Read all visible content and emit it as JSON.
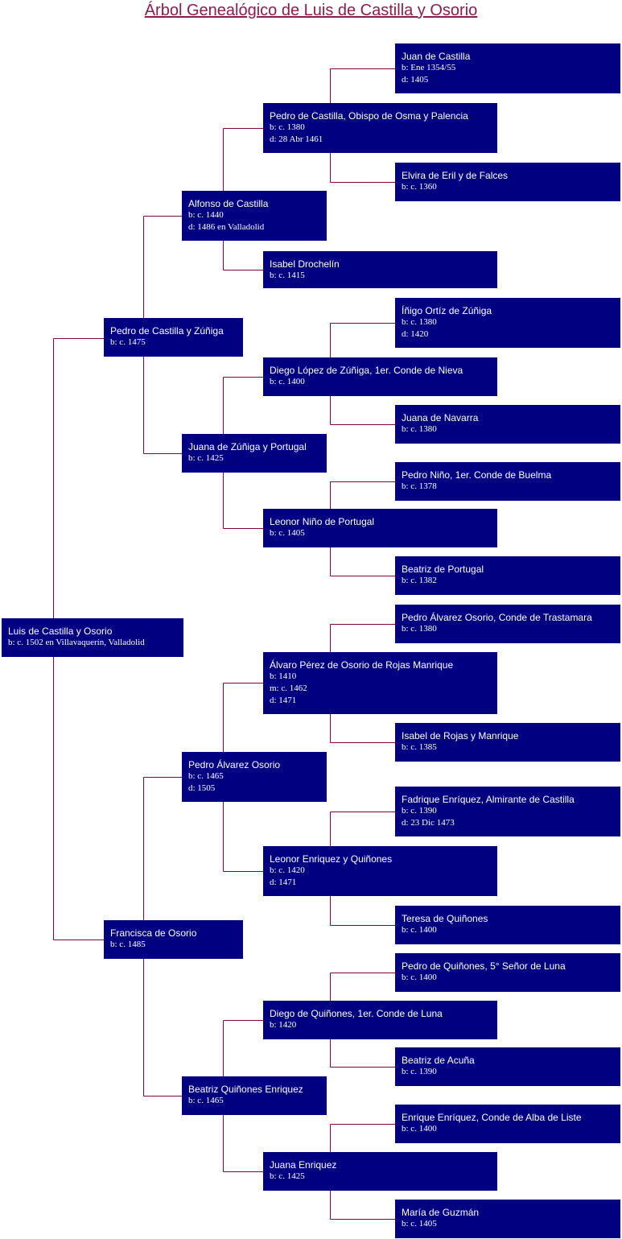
{
  "title": "Árbol Genealógico de Luis de Castilla y Osorio",
  "people": [
    {
      "id": "luis",
      "name": "Luis de Castilla y Osorio",
      "dates": [
        "b: c. 1502 en Villavaquerín, Valladolid"
      ]
    },
    {
      "id": "pedro_cz",
      "name": "Pedro de Castilla y Zúñiga",
      "dates": [
        "b: c. 1475"
      ]
    },
    {
      "id": "francisca",
      "name": "Francisca de Osorio",
      "dates": [
        "b: c. 1485"
      ]
    },
    {
      "id": "alfonso",
      "name": "Alfonso de Castilla",
      "dates": [
        "b: c. 1440",
        "d: 1486 en Valladolid"
      ]
    },
    {
      "id": "juana_zp",
      "name": "Juana de Zúñiga y Portugal",
      "dates": [
        "b: c. 1425"
      ]
    },
    {
      "id": "pedro_ao",
      "name": "Pedro Álvarez Osorio",
      "dates": [
        "b: c. 1465",
        "d: 1505"
      ]
    },
    {
      "id": "beatriz_qe",
      "name": "Beatriz Quiñones Enriquez",
      "dates": [
        "b: c. 1465"
      ]
    },
    {
      "id": "pedro_obispo",
      "name": "Pedro de Castilla, Obispo de Osma y Palencia",
      "dates": [
        "b: c. 1380",
        "d: 28 Abr 1461"
      ]
    },
    {
      "id": "isabel_d",
      "name": "Isabel Drochelín",
      "dates": [
        "b: c. 1415"
      ]
    },
    {
      "id": "diego_lz",
      "name": "Diego López de Zúñiga, 1er. Conde de Nieva",
      "dates": [
        "b: c. 1400"
      ]
    },
    {
      "id": "leonor_np",
      "name": "Leonor Niño de Portugal",
      "dates": [
        "b: c. 1405"
      ]
    },
    {
      "id": "alvaro",
      "name": "Álvaro Pérez de Osorio de Rojas Manrique",
      "dates": [
        "b: 1410",
        "m: c. 1462",
        "d: 1471"
      ]
    },
    {
      "id": "leonor_eq",
      "name": "Leonor Enriquez y Quiñones",
      "dates": [
        "b: c. 1420",
        "d: 1471"
      ]
    },
    {
      "id": "diego_q",
      "name": "Diego de Quiñones, 1er. Conde de Luna",
      "dates": [
        "b: 1420"
      ]
    },
    {
      "id": "juana_e",
      "name": "Juana Enriquez",
      "dates": [
        "b: c. 1425"
      ]
    },
    {
      "id": "juan_c",
      "name": "Juan de Castilla",
      "dates": [
        "b: Ene 1354/55",
        "d: 1405"
      ]
    },
    {
      "id": "elvira",
      "name": "Elvira de Eril y de Falces",
      "dates": [
        "b: c. 1360"
      ]
    },
    {
      "id": "inigo",
      "name": "Íñigo Ortíz de Zúñiga",
      "dates": [
        "b: c. 1380",
        "d: 1420"
      ]
    },
    {
      "id": "juana_n",
      "name": "Juana de Navarra",
      "dates": [
        "b: c. 1380"
      ]
    },
    {
      "id": "pedro_n",
      "name": "Pedro Niño, 1er. Conde de Buelma",
      "dates": [
        "b: c. 1378"
      ]
    },
    {
      "id": "beatriz_p",
      "name": "Beatriz de Portugal",
      "dates": [
        "b: c. 1382"
      ]
    },
    {
      "id": "pedro_aot",
      "name": "Pedro Álvarez Osorio, Conde de Trastamara",
      "dates": [
        "b: c. 1380"
      ]
    },
    {
      "id": "isabel_rm",
      "name": "Isabel de Rojas y Manrique",
      "dates": [
        "b: c. 1385"
      ]
    },
    {
      "id": "fadrique",
      "name": "Fadrique Enríquez, Almirante de Castilla",
      "dates": [
        "b: c. 1390",
        "d: 23 Dic 1473"
      ]
    },
    {
      "id": "teresa_q",
      "name": "Teresa de Quiñones",
      "dates": [
        "b: c. 1400"
      ]
    },
    {
      "id": "pedro_q",
      "name": "Pedro de Quiñones, 5° Señor de Luna",
      "dates": [
        "b: c. 1400"
      ]
    },
    {
      "id": "beatriz_a",
      "name": "Beatriz de Acuña",
      "dates": [
        "b: c. 1390"
      ]
    },
    {
      "id": "enrique_e",
      "name": "Enrique Enríquez, Conde de Alba de Liste",
      "dates": [
        "b: c. 1400"
      ]
    },
    {
      "id": "maria_g",
      "name": "María de Guzmán",
      "dates": [
        "b: c. 1405"
      ]
    }
  ],
  "colors": {
    "box": "#000080",
    "text": "#ffffff",
    "line": "#800040",
    "title": "#8b1c4e"
  }
}
